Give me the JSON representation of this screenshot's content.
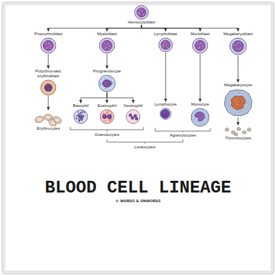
{
  "diagram": {
    "title": "BLOOD CELL LINEAGE",
    "caption": "© WORDS & UNWORDS",
    "nodes": [
      {
        "text": [
          "Hemocytoblast"
        ]
      },
      {
        "text": [
          "Proerythroblast"
        ]
      },
      {
        "text": [
          "Myeloblast"
        ]
      },
      {
        "text": [
          "Lymphoblast"
        ]
      },
      {
        "text": [
          "Monoblast"
        ]
      },
      {
        "text": [
          "Megakaryoblast"
        ]
      },
      {
        "text": [
          "Polychromatic erythroblast"
        ]
      },
      {
        "text": [
          "Progranulocyte"
        ]
      },
      {
        "text": [
          "Lymphocyte"
        ]
      },
      {
        "text": [
          "Monocyte"
        ]
      },
      {
        "text": [
          "Megakaryocyte"
        ]
      },
      {
        "text": [
          "Erythrocytes"
        ]
      },
      {
        "text": [
          "Basophil"
        ]
      },
      {
        "text": [
          "Eosinophil"
        ]
      },
      {
        "text": [
          "Neutrophil"
        ]
      },
      {
        "text": [
          "Thrombocytes"
        ]
      }
    ],
    "edges": [
      {
        "from": 0,
        "to": 1,
        "arrow": "to"
      },
      {
        "from": 0,
        "to": 2,
        "arrow": "to"
      },
      {
        "from": 0,
        "to": 3,
        "arrow": "to"
      },
      {
        "from": 0,
        "to": 4,
        "arrow": "to"
      },
      {
        "from": 0,
        "to": 5,
        "arrow": "to"
      },
      {
        "from": 1,
        "to": 6,
        "arrow": "to"
      },
      {
        "from": 6,
        "to": 11,
        "arrow": "to"
      },
      {
        "from": 2,
        "to": 7,
        "arrow": "to"
      },
      {
        "from": 7,
        "to": 12,
        "arrow": "to"
      },
      {
        "from": 7,
        "to": 13,
        "arrow": "to"
      },
      {
        "from": 7,
        "to": 14,
        "arrow": "to"
      },
      {
        "from": 3,
        "to": 8,
        "arrow": "to"
      },
      {
        "from": 4,
        "to": 9,
        "arrow": "to"
      },
      {
        "from": 5,
        "to": 10,
        "arrow": "to"
      },
      {
        "from": 10,
        "to": 15,
        "arrow": "to"
      }
    ],
    "labels": [
      "Granulocytes",
      "Agranulocytes",
      "Leukocytes"
    ]
  }
}
